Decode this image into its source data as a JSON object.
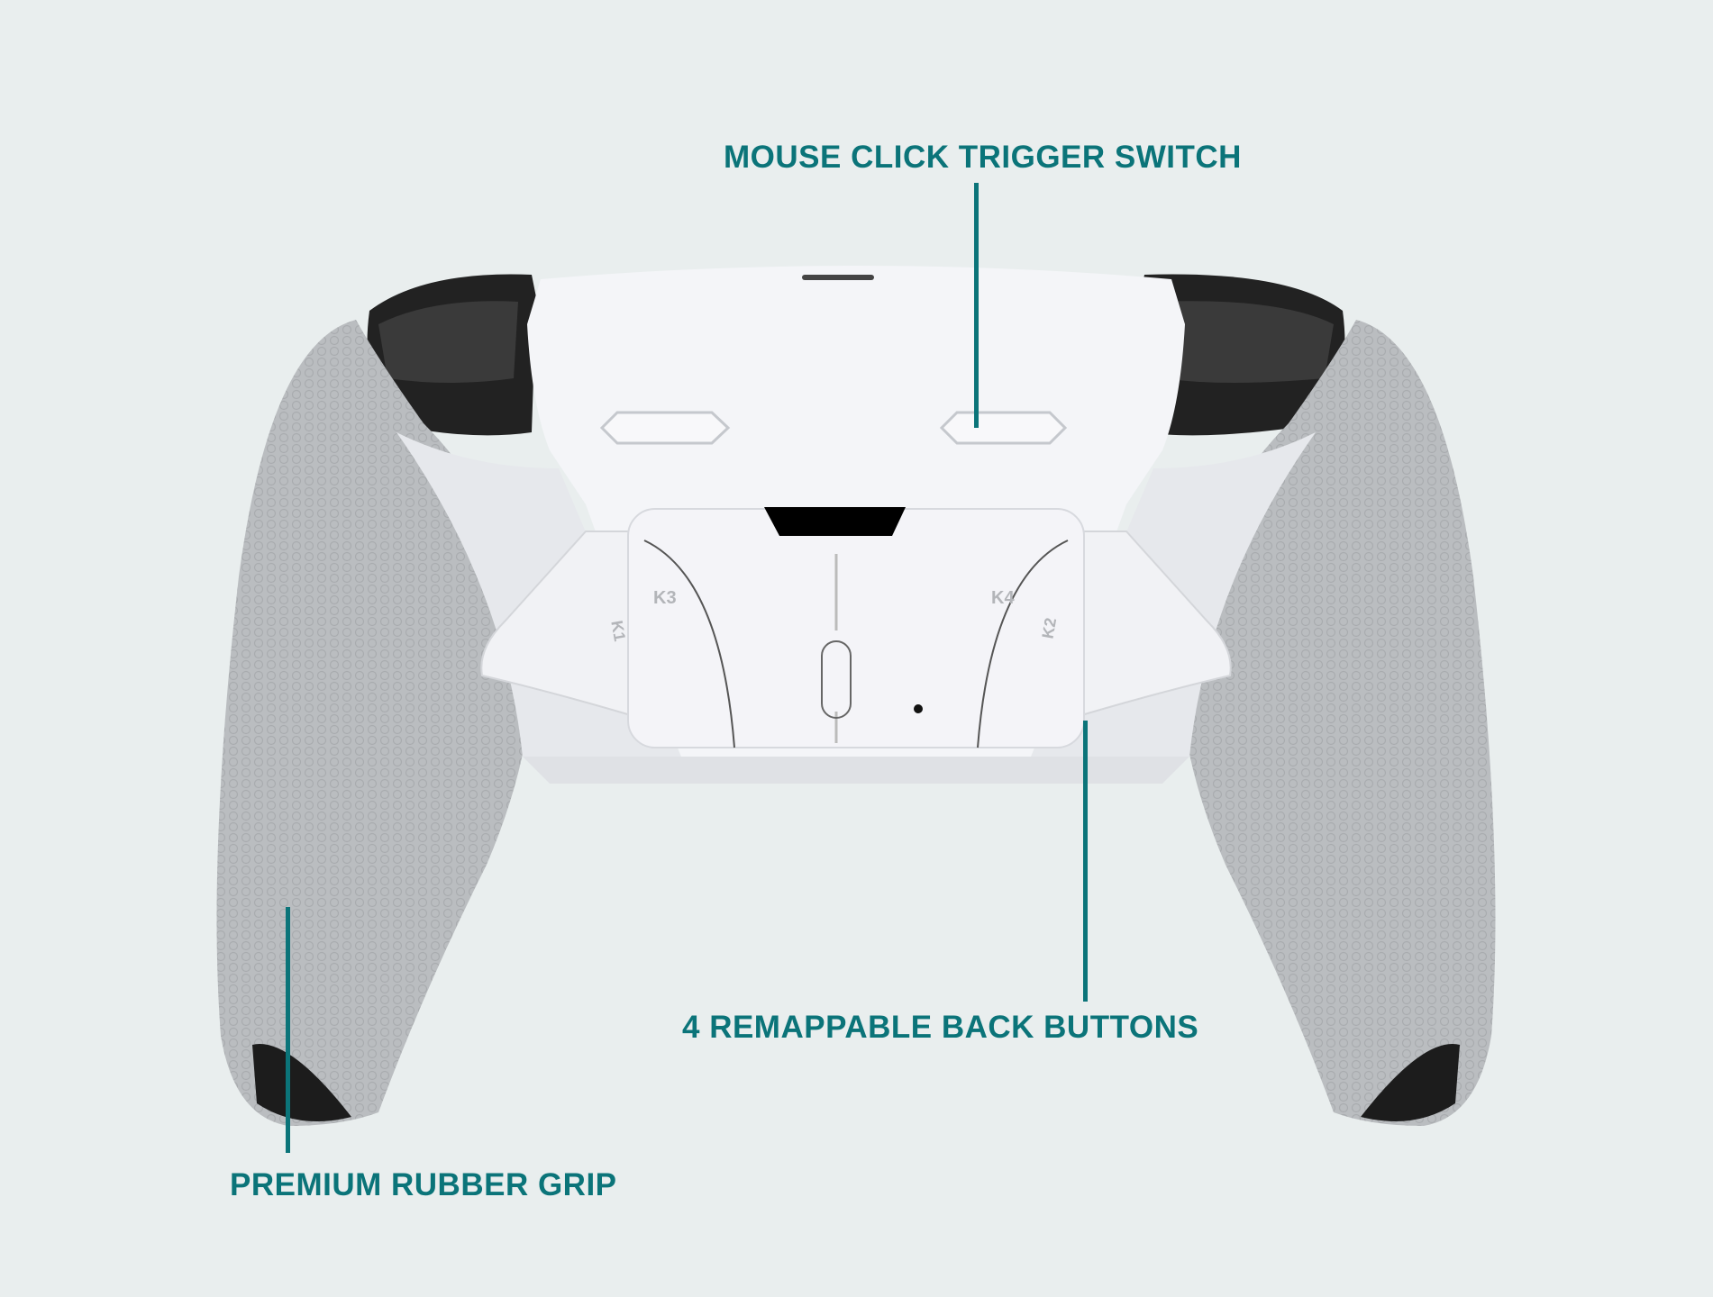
{
  "callouts": {
    "trigger_switch": "MOUSE CLICK TRIGGER SWITCH",
    "back_buttons": "4 REMAPPABLE BACK BUTTONS",
    "rubber_grip": "PREMIUM RUBBER GRIP"
  },
  "back_button_labels": {
    "k1": "K1",
    "k2": "K2",
    "k3": "K3",
    "k4": "K4"
  },
  "colors": {
    "accent": "#0b7479",
    "background": "#e9eeee",
    "grip": "#b9bcbf",
    "shell": "#f4f5f8"
  }
}
